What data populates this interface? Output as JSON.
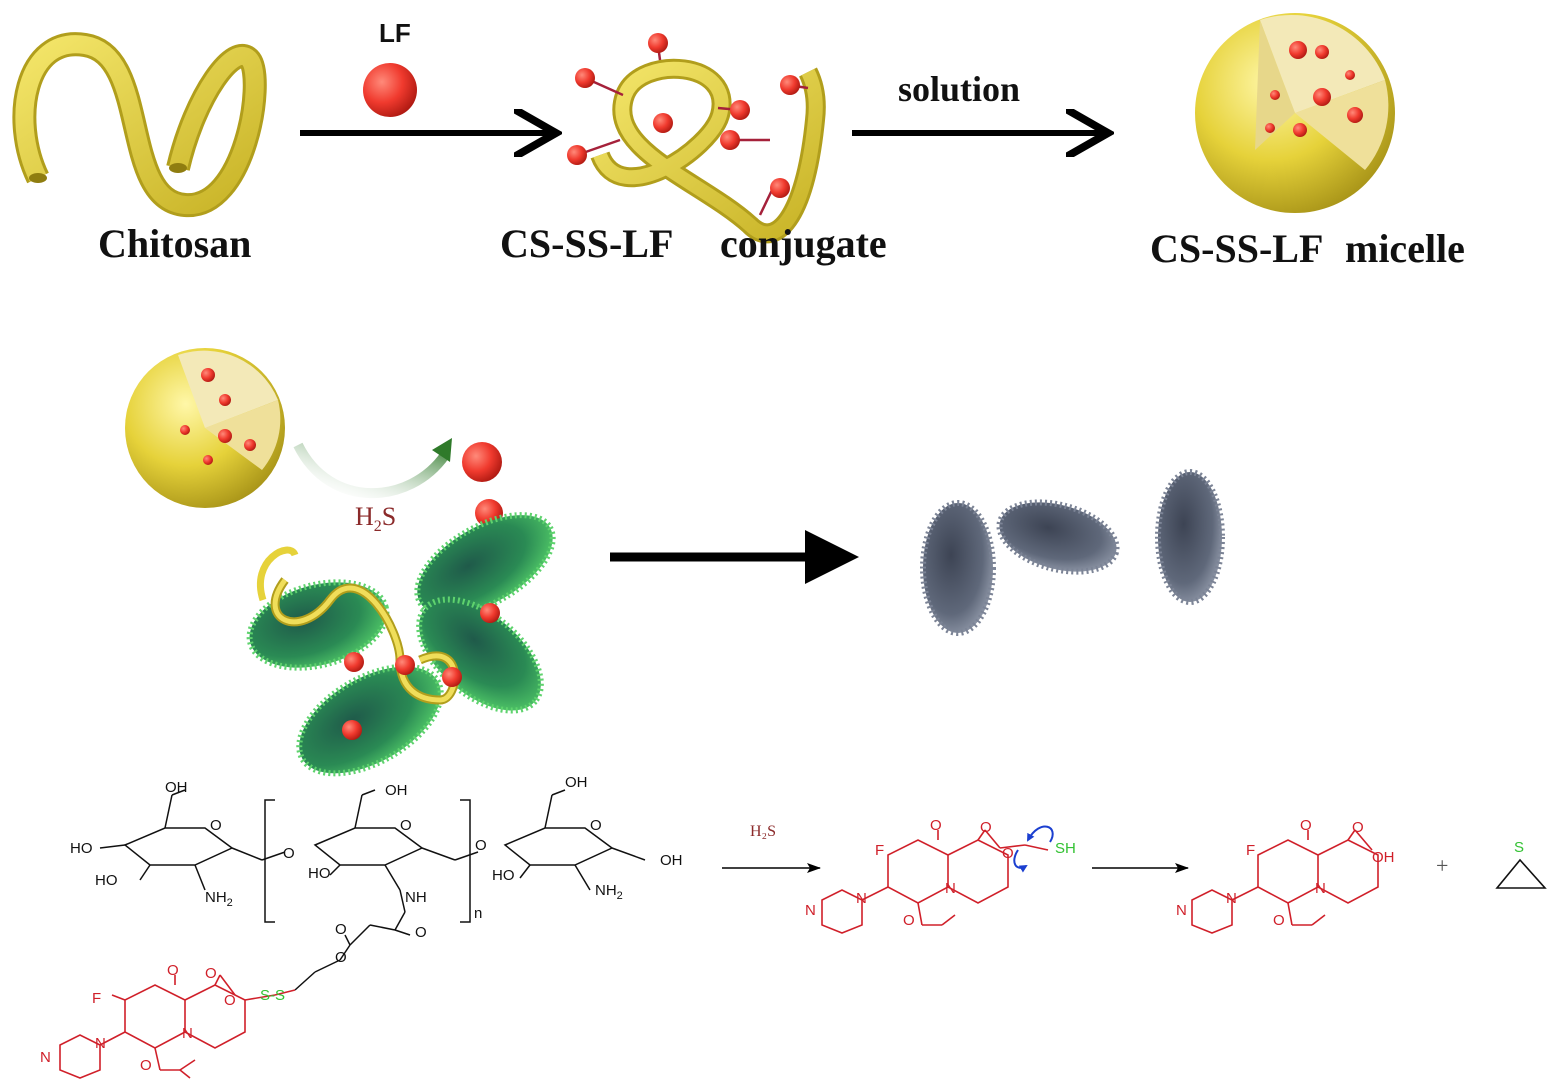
{
  "labels": {
    "lf": "LF",
    "chitosan": "Chitosan",
    "conjugate_a": "CS-SS-LF",
    "conjugate_b": "conjugate",
    "solution": "solution",
    "micelle_a": "CS-SS-LF",
    "micelle_b": "micelle",
    "h2s_h": "H",
    "h2s_sub": "2",
    "h2s_s": "S"
  },
  "chemistry": {
    "oh": "OH",
    "ho": "HO",
    "nh2": "NH",
    "nh2_sub": "2",
    "nh": "NH",
    "o": "O",
    "n_repeat": "n",
    "f": "F",
    "n": "N",
    "s_s": "S-S",
    "sh": "SH",
    "s": "S",
    "h2s_reagent": "H₂S",
    "plus": "+"
  },
  "colors": {
    "chitosan": "#e6d23a",
    "drug": "#f03a2e",
    "bacteria_live": "#2e9a4a",
    "bacteria_dead": "#5a6272",
    "drug_structure": "#d0202a",
    "thiol": "#33c233",
    "arrow": "#000000",
    "curly_arrow": "#1b3fd0",
    "release_arrow": "#2f7a2a"
  }
}
